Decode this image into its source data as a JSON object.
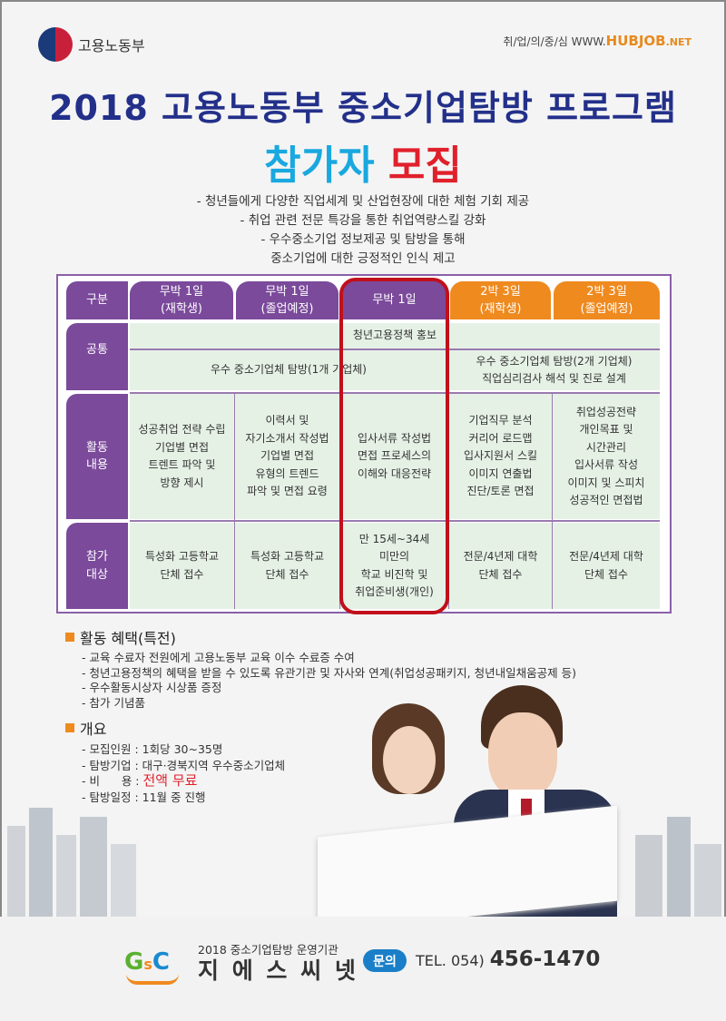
{
  "header": {
    "ministry": "고용노동부",
    "site_prefix": "취/업/의/중/심 WWW.",
    "site_domain": "HUBJOB",
    "site_suffix": ".NET"
  },
  "title": "2018 고용노동부 중소기업탐방 프로그램",
  "subtitle": {
    "part1": "참가자",
    "part2": "모집"
  },
  "intro": [
    "- 청년들에게 다양한 직업세계 및 산업현장에 대한 체험 기회 제공",
    "- 취업 관련 전문 특강을 통한 취업역량스킬 강화",
    "- 우수중소기업 정보제공 및 탐방을 통해",
    "중소기업에 대한 긍정적인 인식 제고"
  ],
  "table": {
    "row_labels": [
      "구분",
      "공통",
      "활동\n내용",
      "참가\n대상"
    ],
    "headers": [
      "무박 1일\n(재학생)",
      "무박 1일\n(졸업예정)",
      "무박 1일",
      "2박 3일\n(재학생)",
      "2박 3일\n(졸업예정)"
    ],
    "common_policy": "청년고용정책 홍보",
    "common_visit_1": "우수 중소기업체 탐방(1개 기업체)",
    "common_visit_2": "우수 중소기업체 탐방(2개 기업체)\n직업심리검사 해석 및 진로 설계",
    "activities": [
      "성공취업 전략 수립\n기업별 면접\n트렌트 파악 및\n방향 제시",
      "이력서 및\n자기소개서 작성법\n기업별 면접\n유형의 트렌드\n파악 및 면접 요령",
      "입사서류 작성법\n면접 프로세스의\n이해와 대응전략",
      "기업직무 분석\n커리어 로드맵\n입사지원서 스킬\n이미지 연출법\n진단/토론 면접",
      "취업성공전략\n개인목표 및\n시간관리\n입사서류 작성\n이미지 및 스피치\n성공적인 면접법"
    ],
    "targets": [
      "특성화 고등학교\n단체 접수",
      "특성화 고등학교\n단체 접수",
      "만 15세~34세\n미만의\n학교 비진학 및\n취업준비생(개인)",
      "전문/4년제 대학\n단체 접수",
      "전문/4년제 대학\n단체 접수"
    ]
  },
  "benefits": {
    "title": "활동 혜택(특전)",
    "items": [
      "- 교육 수료자 전원에게 고용노동부 교육 이수 수료증 수여",
      "- 청년고용정책의 혜택을 받을 수 있도록 유관기관 및 자사와 연계(취업성공패키지, 청년내일채움공제 등)",
      "- 우수활동시상자 시상품 증정",
      "- 참가 기념품"
    ]
  },
  "overview": {
    "title": "개요",
    "items": [
      "- 모집인원 : 1회당 30~35명",
      "- 탐방기업 : 대구·경북지역 우수중소기업체"
    ],
    "cost_label": "- 비      용 : ",
    "cost_value": "전액 무료",
    "schedule": "- 탐방일정 : 11월 중 진행"
  },
  "footer": {
    "logo": "GsC",
    "org_caption": "2018 중소기업탐방 운영기관",
    "org_name": "지 에 스 씨 넷",
    "inquiry": "문의",
    "tel_prefix": "TEL. 054)",
    "tel_number": "456-1470"
  },
  "colors": {
    "purple": "#7b4a9b",
    "orange": "#ef8a1f",
    "navy": "#23308a",
    "red": "#e0202b",
    "sky": "#19a8df"
  }
}
